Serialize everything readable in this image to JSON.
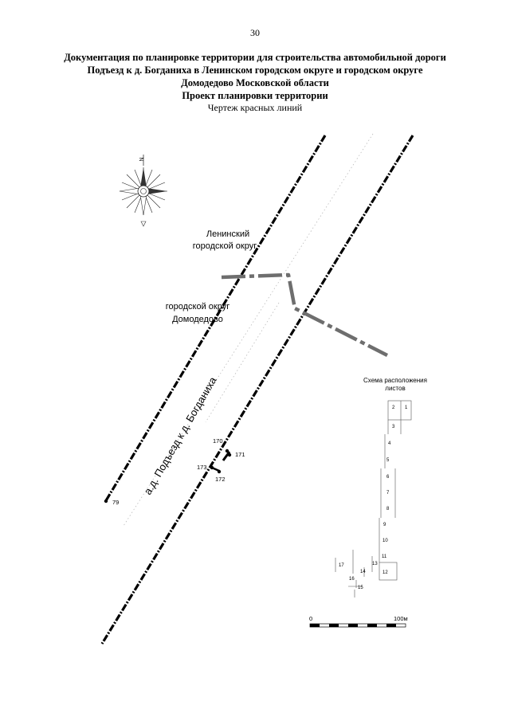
{
  "page_number": "30",
  "header": {
    "line1": "Документация по планировке территории для строительства автомобильной дороги",
    "line2": "Подъезд к д. Богданиха в Ленинском городском округе и городском округе",
    "line3": "Домодедово Московской области",
    "line4": "Проект планировки территории",
    "line5": "Чертеж красных линий"
  },
  "compass": {
    "north_label": "N",
    "icon": "compass-rose-icon"
  },
  "regions": {
    "leninsky_line1": "Ленинский",
    "leninsky_line2": "городской округ",
    "domodedovo_line1": "городской округ",
    "domodedovo_line2": "Домодедово"
  },
  "road_name": "а.д. Подъезд к д. Богданиха",
  "points": [
    "170",
    "171",
    "173",
    "172",
    "79"
  ],
  "sheet_scheme": {
    "title_line1": "Схема расположения",
    "title_line2": "листов",
    "sheets": [
      "2",
      "1",
      "3",
      "4",
      "5",
      "6",
      "7",
      "8",
      "9",
      "10",
      "11",
      "13",
      "12",
      "14",
      "17",
      "16",
      "15"
    ]
  },
  "scale_bar": {
    "start": "0",
    "end": "100м"
  }
}
